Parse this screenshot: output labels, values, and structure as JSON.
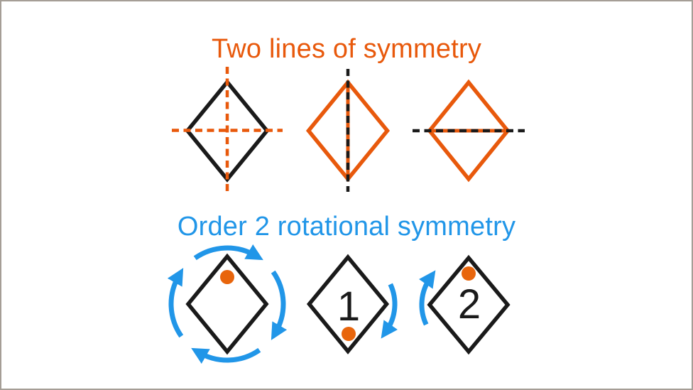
{
  "colors": {
    "orange": "#e8590c",
    "dot_orange": "#e8650c",
    "blue": "#2196e8",
    "shape_black": "#1a1a1a",
    "frame_border": "#a59e96"
  },
  "line_symmetry_section": {
    "title": "Two lines of symmetry",
    "figures": [
      "black diamond with orange dashed vertical and horizontal lines of symmetry",
      "orange diamond with black dashed vertical line of symmetry",
      "orange diamond with black dashed horizontal line of symmetry"
    ]
  },
  "rotational_symmetry_section": {
    "title": "Order 2 rotational symmetry",
    "position_1_label": "1",
    "position_2_label": "2",
    "figures": [
      "black diamond with orange marker dot at top and four clockwise blue rotation arrows",
      "black diamond labelled 1 with orange marker dot at bottom and clockwise blue arrow on right",
      "black diamond labelled 2 with orange marker dot at top and clockwise blue arrow on left"
    ]
  }
}
